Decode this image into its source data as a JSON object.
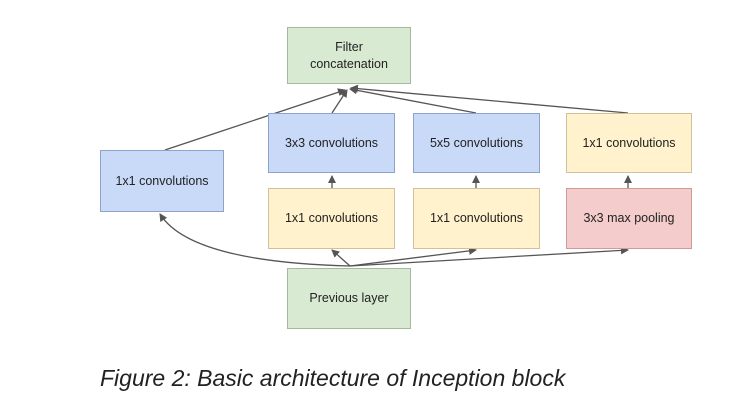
{
  "nodes": {
    "filter_concat": "Filter\nconcatenation",
    "conv1x1_left": "1x1 convolutions",
    "conv3x3": "3x3 convolutions",
    "conv5x5": "5x5 convolutions",
    "conv1x1_right_top": "1x1 convolutions",
    "conv1x1_mid1": "1x1 convolutions",
    "conv1x1_mid2": "1x1 convolutions",
    "maxpool3x3": "3x3 max pooling",
    "previous_layer": "Previous layer"
  },
  "colors": {
    "green": "#d9ead3",
    "blue": "#c9daf8",
    "yellow": "#fff2cc",
    "red": "#f4cccc"
  },
  "caption": "Figure 2: Basic architecture of Inception block"
}
